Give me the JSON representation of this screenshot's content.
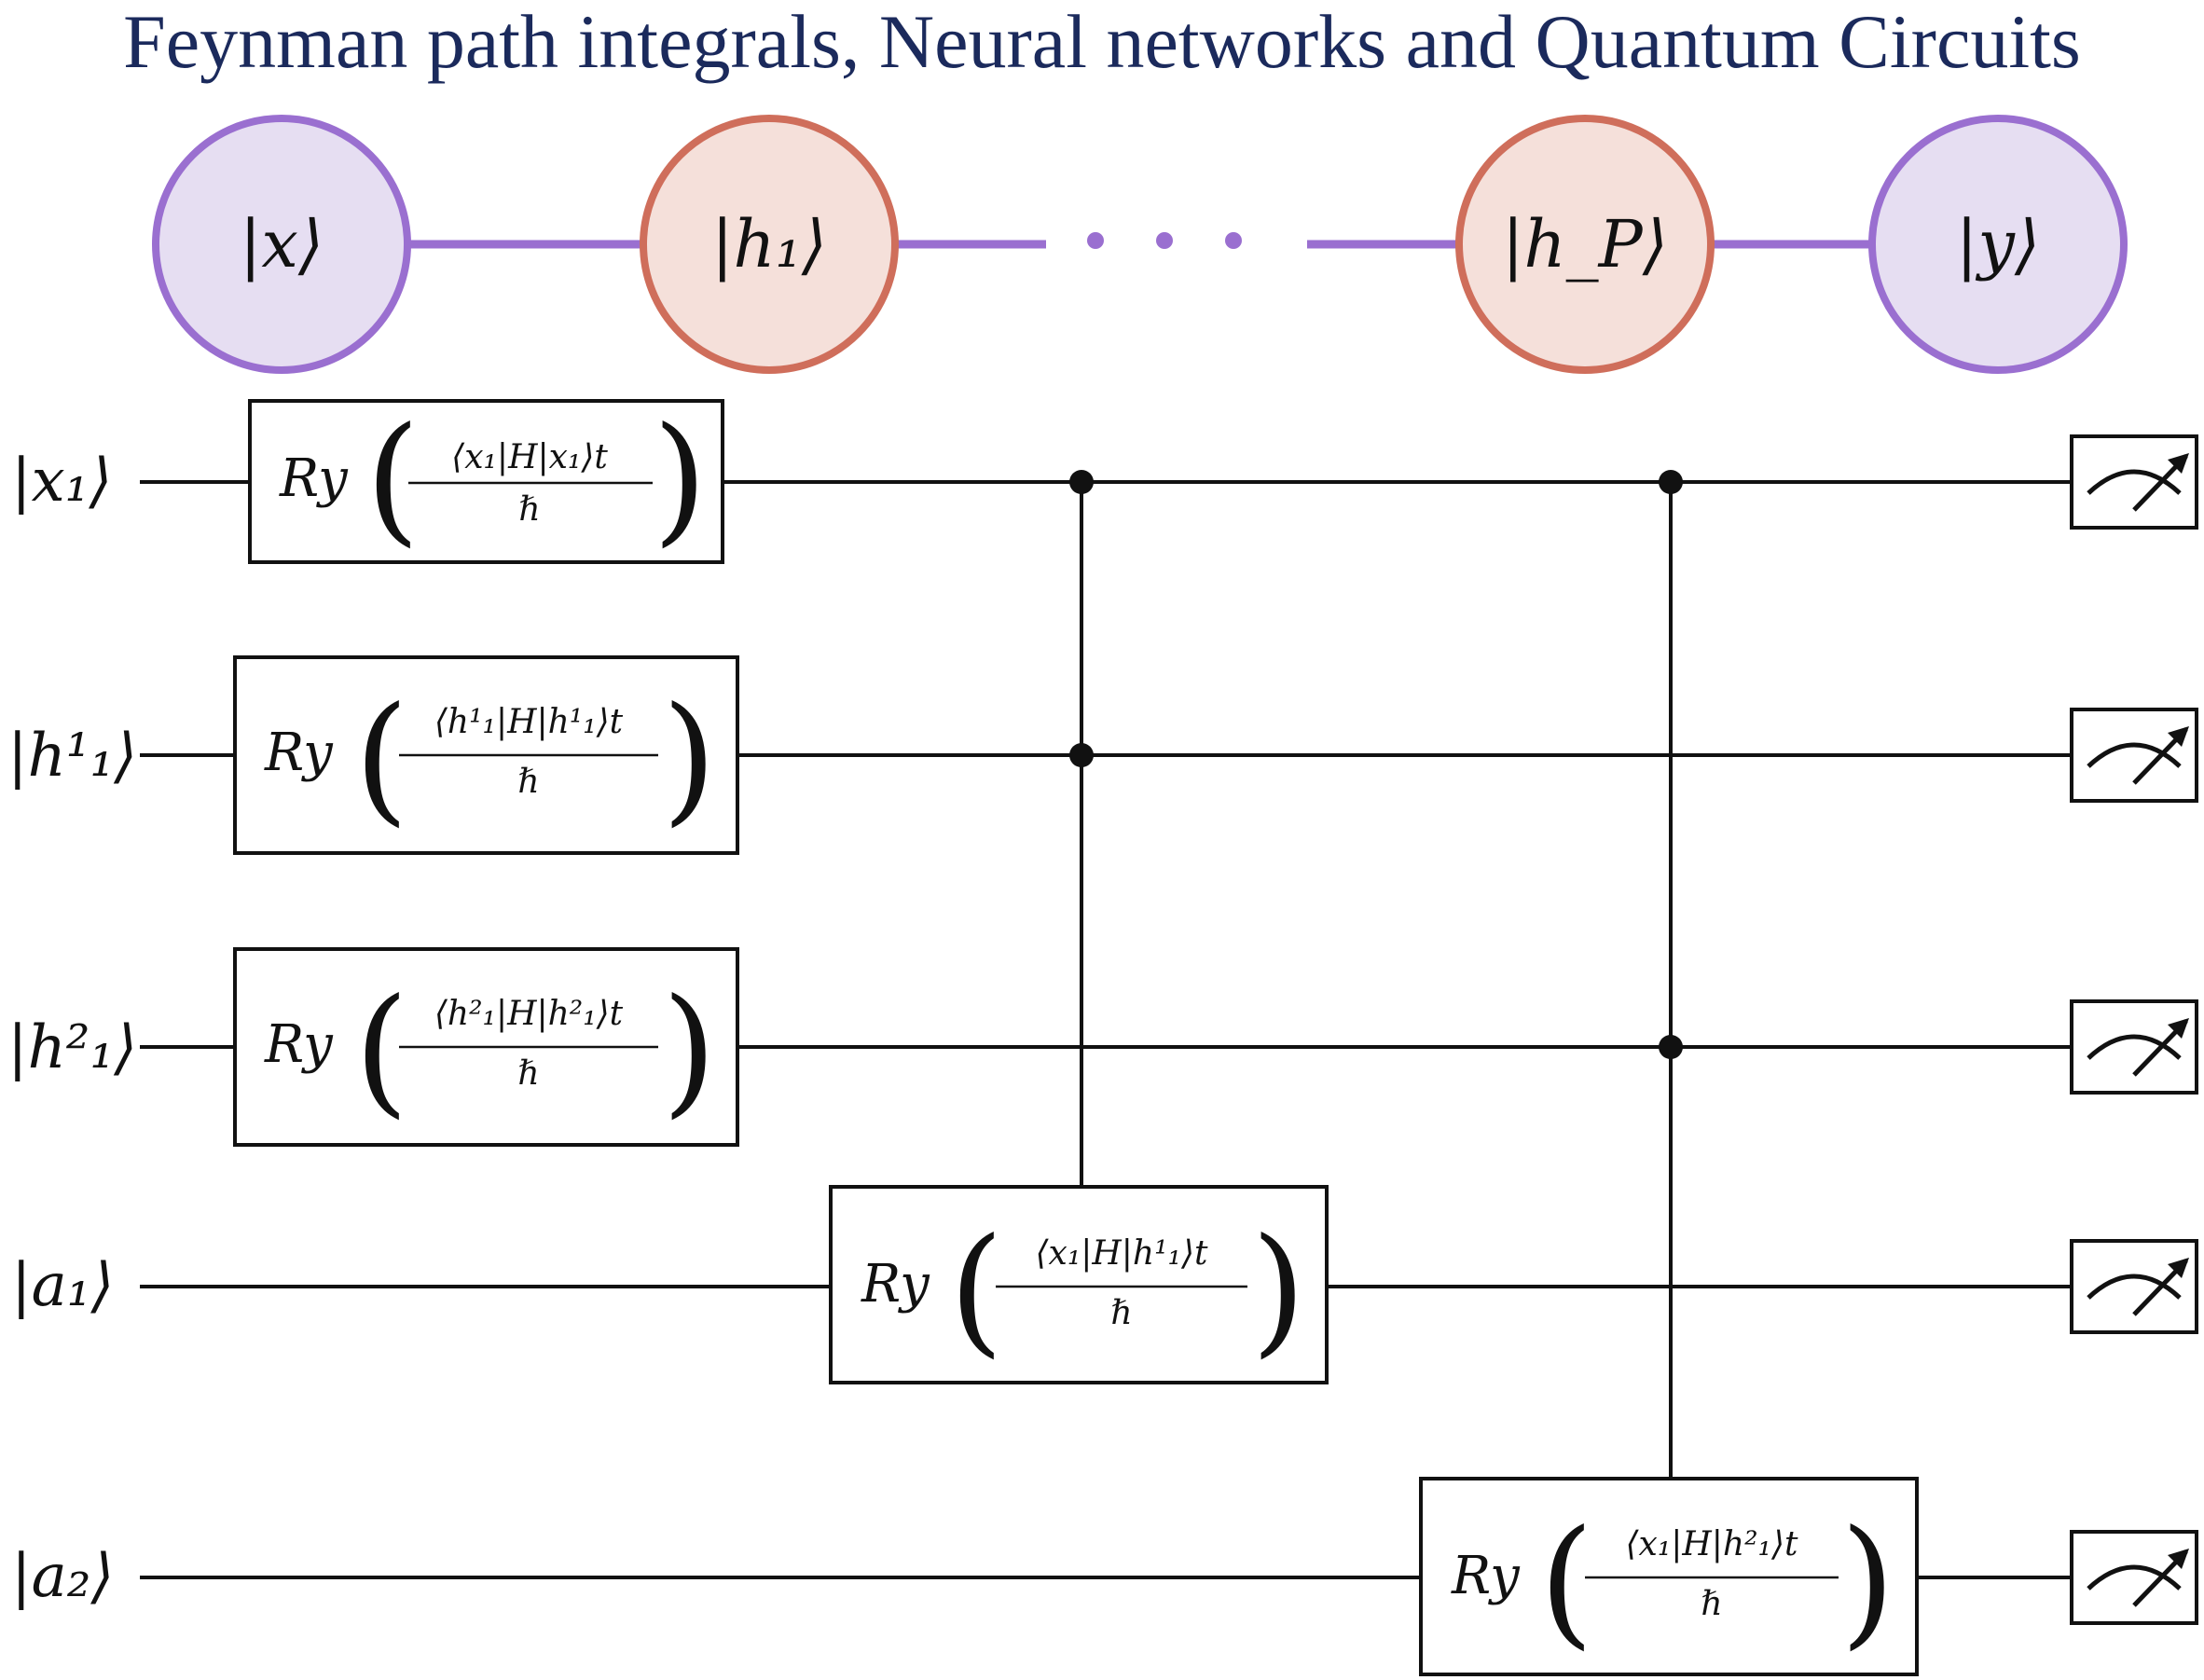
{
  "title": "Feynman path integrals, Neural networks and Quantum Circuits",
  "colors": {
    "title": "#1b2a5c",
    "chain_line": "#9a6fd0",
    "outer_node_fill": "#e6def2",
    "outer_node_stroke": "#9a6fd0",
    "hidden_node_fill": "#f5e0da",
    "hidden_node_stroke": "#cf6e5b",
    "wire": "#111111"
  },
  "path_chain": {
    "nodes": [
      {
        "id": "x",
        "label": "|x⟩",
        "kind": "outer"
      },
      {
        "id": "h1",
        "label": "|h₁⟩",
        "kind": "hidden"
      },
      {
        "id": "hP",
        "label": "|h_P⟩",
        "kind": "hidden"
      },
      {
        "id": "y",
        "label": "|y⟩",
        "kind": "outer"
      }
    ],
    "ellipsis": "· · ·"
  },
  "circuit": {
    "qubits": [
      {
        "label": "|x₁⟩"
      },
      {
        "label": "|h¹₁⟩"
      },
      {
        "label": "|h²₁⟩"
      },
      {
        "label": "|a₁⟩"
      },
      {
        "label": "|a₂⟩"
      }
    ],
    "gates": [
      {
        "name": "Ry",
        "wire": 0,
        "numerator": "⟨x₁|H|x₁⟩t",
        "denominator": "ℏ"
      },
      {
        "name": "Ry",
        "wire": 1,
        "numerator": "⟨h¹₁|H|h¹₁⟩t",
        "denominator": "ℏ"
      },
      {
        "name": "Ry",
        "wire": 2,
        "numerator": "⟨h²₁|H|h²₁⟩t",
        "denominator": "ℏ"
      },
      {
        "name": "Ry",
        "wire": 3,
        "numerator": "⟨x₁|H|h¹₁⟩t",
        "denominator": "ℏ",
        "controls": [
          0,
          1
        ]
      },
      {
        "name": "Ry",
        "wire": 4,
        "numerator": "⟨x₁|H|h²₁⟩t",
        "denominator": "ℏ",
        "controls": [
          0,
          2
        ]
      }
    ],
    "measurements": [
      0,
      1,
      2,
      3,
      4
    ]
  }
}
